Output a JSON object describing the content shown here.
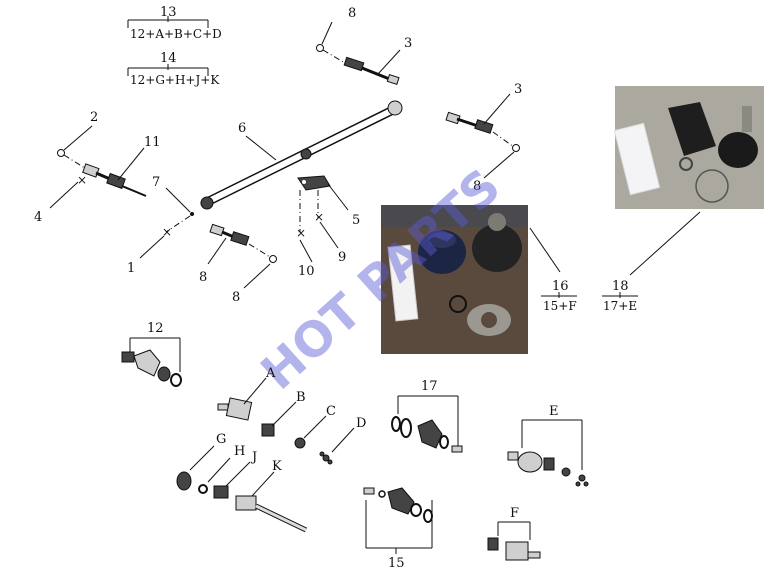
{
  "watermark": "HOT PARTS",
  "callouts": [
    {
      "id": "c13",
      "text": "13"
    },
    {
      "id": "c12f",
      "text": "12+A+B+C+D"
    },
    {
      "id": "c14",
      "text": "14"
    },
    {
      "id": "c14f",
      "text": "12+G+H+J+K"
    },
    {
      "id": "c8a",
      "text": "8"
    },
    {
      "id": "c3a",
      "text": "3"
    },
    {
      "id": "c3b",
      "text": "3"
    },
    {
      "id": "c8b",
      "text": "8"
    },
    {
      "id": "c2",
      "text": "2"
    },
    {
      "id": "c11",
      "text": "11"
    },
    {
      "id": "c4",
      "text": "4"
    },
    {
      "id": "c6",
      "text": "6"
    },
    {
      "id": "c5",
      "text": "5"
    },
    {
      "id": "c9",
      "text": "9"
    },
    {
      "id": "c10",
      "text": "10"
    },
    {
      "id": "c7",
      "text": "7"
    },
    {
      "id": "c1",
      "text": "1"
    },
    {
      "id": "c8c",
      "text": "8"
    },
    {
      "id": "c8d",
      "text": "8"
    },
    {
      "id": "c16",
      "text": "16"
    },
    {
      "id": "c15f",
      "text": "15+F"
    },
    {
      "id": "c18",
      "text": "18"
    },
    {
      "id": "c17f",
      "text": "17+E"
    },
    {
      "id": "c12",
      "text": "12"
    },
    {
      "id": "cA",
      "text": "A"
    },
    {
      "id": "cB",
      "text": "B"
    },
    {
      "id": "cC",
      "text": "C"
    },
    {
      "id": "cD",
      "text": "D"
    },
    {
      "id": "cG",
      "text": "G"
    },
    {
      "id": "cH",
      "text": "H"
    },
    {
      "id": "cJ",
      "text": "J"
    },
    {
      "id": "cK",
      "text": "K"
    },
    {
      "id": "c17",
      "text": "17"
    },
    {
      "id": "cE",
      "text": "E"
    },
    {
      "id": "c15",
      "text": "15"
    },
    {
      "id": "cF",
      "text": "F"
    }
  ]
}
